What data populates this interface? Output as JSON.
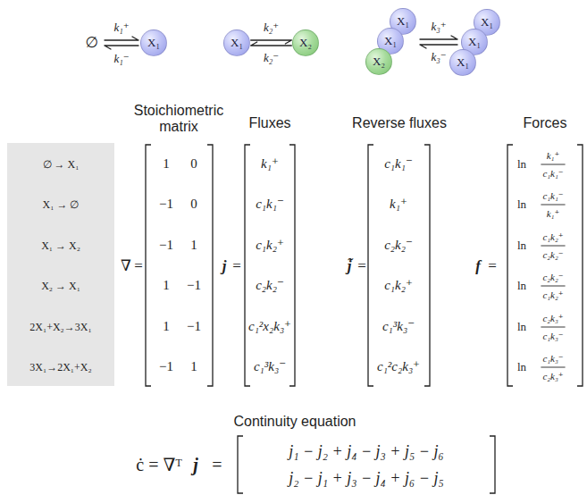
{
  "diagram": {
    "nodes": [
      {
        "text": [
          "X₁"
        ]
      },
      {
        "text": [
          "X₁"
        ]
      },
      {
        "text": [
          "X₂"
        ]
      },
      {
        "text": [
          "X₁"
        ]
      },
      {
        "text": [
          "X₁"
        ]
      },
      {
        "text": [
          "X₂"
        ]
      },
      {
        "text": [
          "X₁"
        ]
      },
      {
        "text": [
          "X₁"
        ]
      },
      {
        "text": [
          "X₁"
        ]
      },
      {
        "text": [
          "∅ → X₁",
          "X₁ → ∅",
          "X₁ → X₂",
          "X₂ → X₁",
          "2X₁+X₂→3X₁",
          "3X₁→2X₁+X₂"
        ]
      }
    ],
    "edges": [
      {
        "from": 1,
        "to": 2,
        "arrow": "to",
        "label": "k₂⁺"
      },
      {
        "from": 2,
        "to": 1,
        "arrow": "to",
        "label": "k₂⁻"
      }
    ],
    "labels": [
      "∅",
      "k₁⁺",
      "k₁⁻",
      "k₃⁺",
      "k₃⁻",
      "Stoichiometric matrix",
      "Fluxes",
      "Reverse fluxes",
      "Forces",
      "∇",
      "=",
      "1",
      "0",
      "−1",
      "0",
      "−1",
      "1",
      "1",
      "−1",
      "1",
      "−1",
      "−1",
      "1",
      "j",
      "=",
      "k₁⁺",
      "c₁k₁⁻",
      "c₁k₂⁺",
      "c₂k₂⁻",
      "c₁²x₂k₃⁺",
      "c₁³k₃⁻",
      "j̃",
      "=",
      "c₁k₁⁻",
      "k₁⁺",
      "c₂k₂⁻",
      "c₁k₂⁺",
      "c₁³k₃⁻",
      "c₁²c₂k₃⁺",
      "f",
      "=",
      "ln",
      "k₁⁺",
      "c₁k₁⁻",
      "ln",
      "c₁k₁⁻",
      "k₁⁺",
      "ln",
      "c₁k₂⁺",
      "c₂k₂⁻",
      "ln",
      "c₂k₂⁻",
      "c₁k₂⁺",
      "ln",
      "c₂k₃⁺",
      "c₁k₃⁻",
      "ln",
      "c₁k₃⁻",
      "c₂k₃⁺",
      "Continuity equation",
      "ċ = ∇ᵀ",
      "j",
      "=",
      "j₁ − j₂ + j₄ − j₃ + j₅ − j₆",
      "j₂ − j₁ + j₃ − j₄ + j₆ − j₅"
    ]
  }
}
